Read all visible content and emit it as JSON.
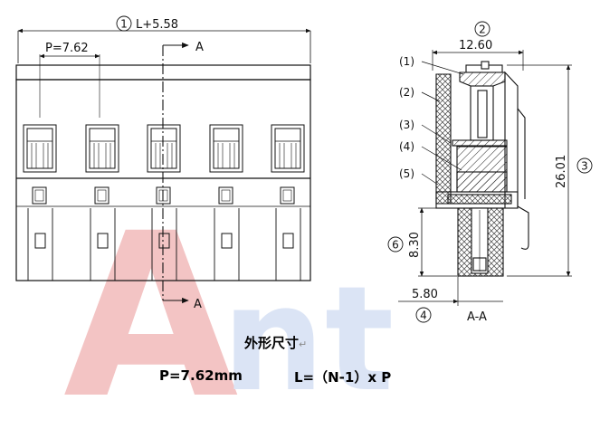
{
  "watermark": {
    "letter_a": "A",
    "rest": "nt",
    "color_a": "#f3c4c4",
    "color_rest": "#dbe4f5"
  },
  "front_view": {
    "width_label_circle": "1",
    "width_label": "L+5.58",
    "pitch_label": "P=7.62",
    "section_marker_top": "A",
    "section_marker_bottom": "A"
  },
  "side_view": {
    "width_circle": "2",
    "width_value": "12.60",
    "height_circle": "3",
    "height_value": "26.01",
    "pin_circle": "6",
    "pin_value": "8.30",
    "offset_circle": "4",
    "offset_value": "5.80",
    "section_label": "A-A",
    "part_callouts": [
      "(1)",
      "(2)",
      "(3)",
      "(4)",
      "(5)"
    ]
  },
  "caption": {
    "title": "外形尺寸",
    "return_mark": "↵",
    "pitch": "P=7.62mm",
    "length_formula": "L=（N-1）x P"
  }
}
